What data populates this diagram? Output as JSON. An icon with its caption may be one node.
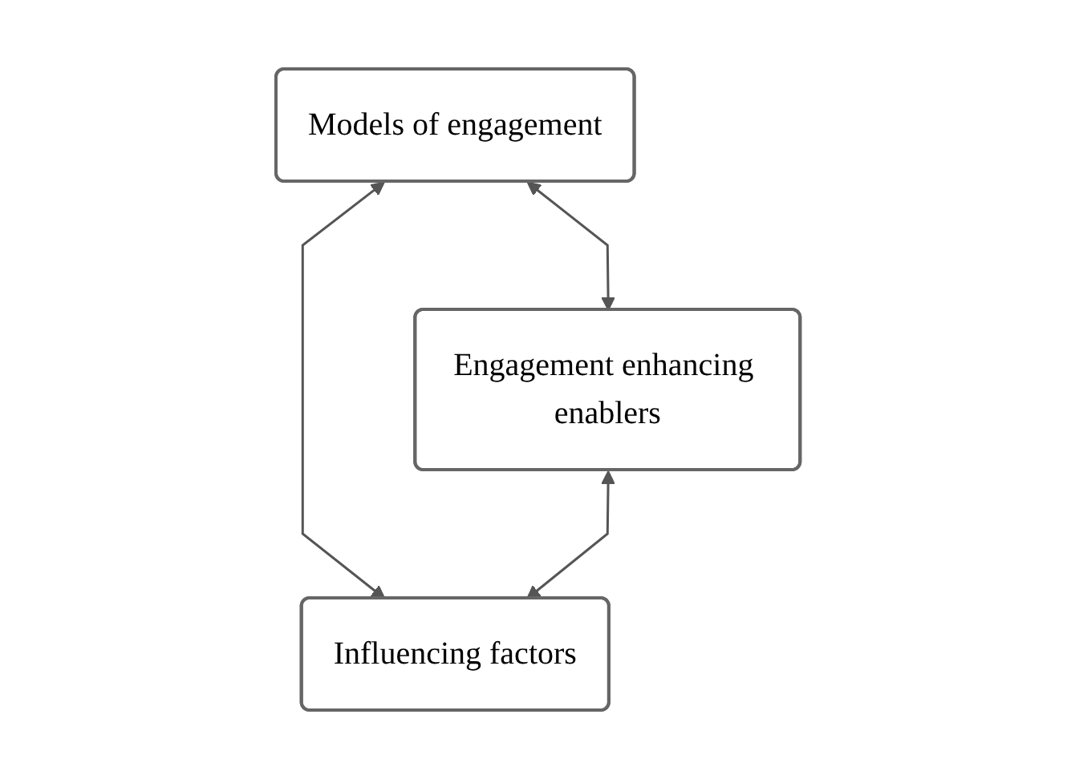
{
  "diagram": {
    "nodes": [
      {
        "text": [
          "Models of engagement"
        ]
      },
      {
        "text": [
          "Engagement enhancing enablers"
        ]
      },
      {
        "text": [
          "Influencing factors"
        ]
      }
    ],
    "edges": [
      {
        "from": 0,
        "to": 1,
        "arrow": "both"
      },
      {
        "from": 0,
        "to": 2,
        "arrow": "both"
      },
      {
        "from": 1,
        "to": 2,
        "arrow": "both"
      }
    ]
  }
}
